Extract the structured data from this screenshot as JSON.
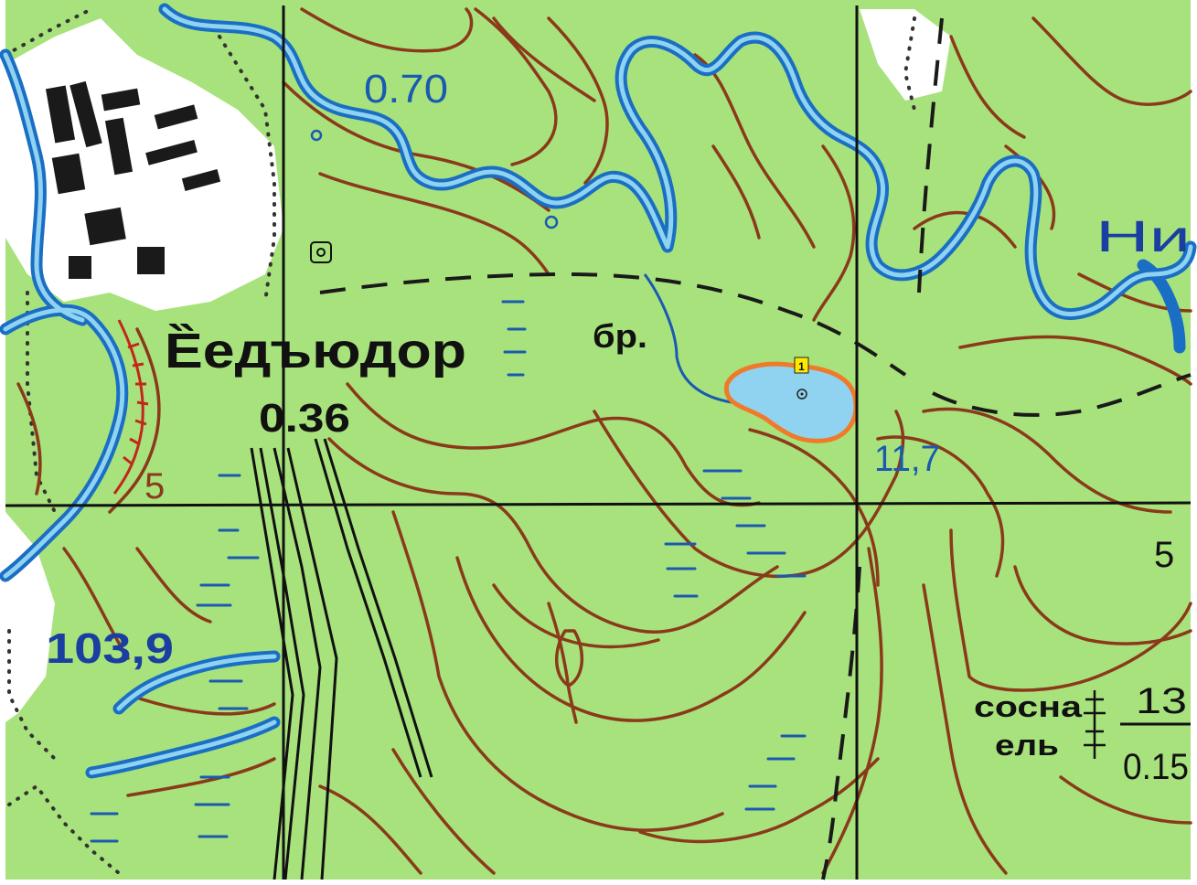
{
  "map": {
    "settlement_name": "Ȅедъюдор",
    "settlement_value": "0.36",
    "river_label": "0.70",
    "bridge_label": "бр.",
    "lake_marker": "1",
    "elevation_main": "103,9",
    "elevation_lake": "11,7",
    "contour_value": "5",
    "edge_value": "5",
    "partial_label": "Ни",
    "forest_type_top": "сосна",
    "forest_type_bottom": "ель",
    "forest_height": "13",
    "forest_spacing": "0.15",
    "colors": {
      "land": "#a8e27c",
      "water": "#1a6ec4",
      "water_fill": "#8fd3f0",
      "contour": "#8a3a1a",
      "grid": "#111111",
      "lake_outline": "#f07a2a",
      "marker": "#ffe800"
    },
    "icons": [
      "lake-marker-icon",
      "conifer-tree-icon",
      "settlement-block-icon"
    ]
  }
}
